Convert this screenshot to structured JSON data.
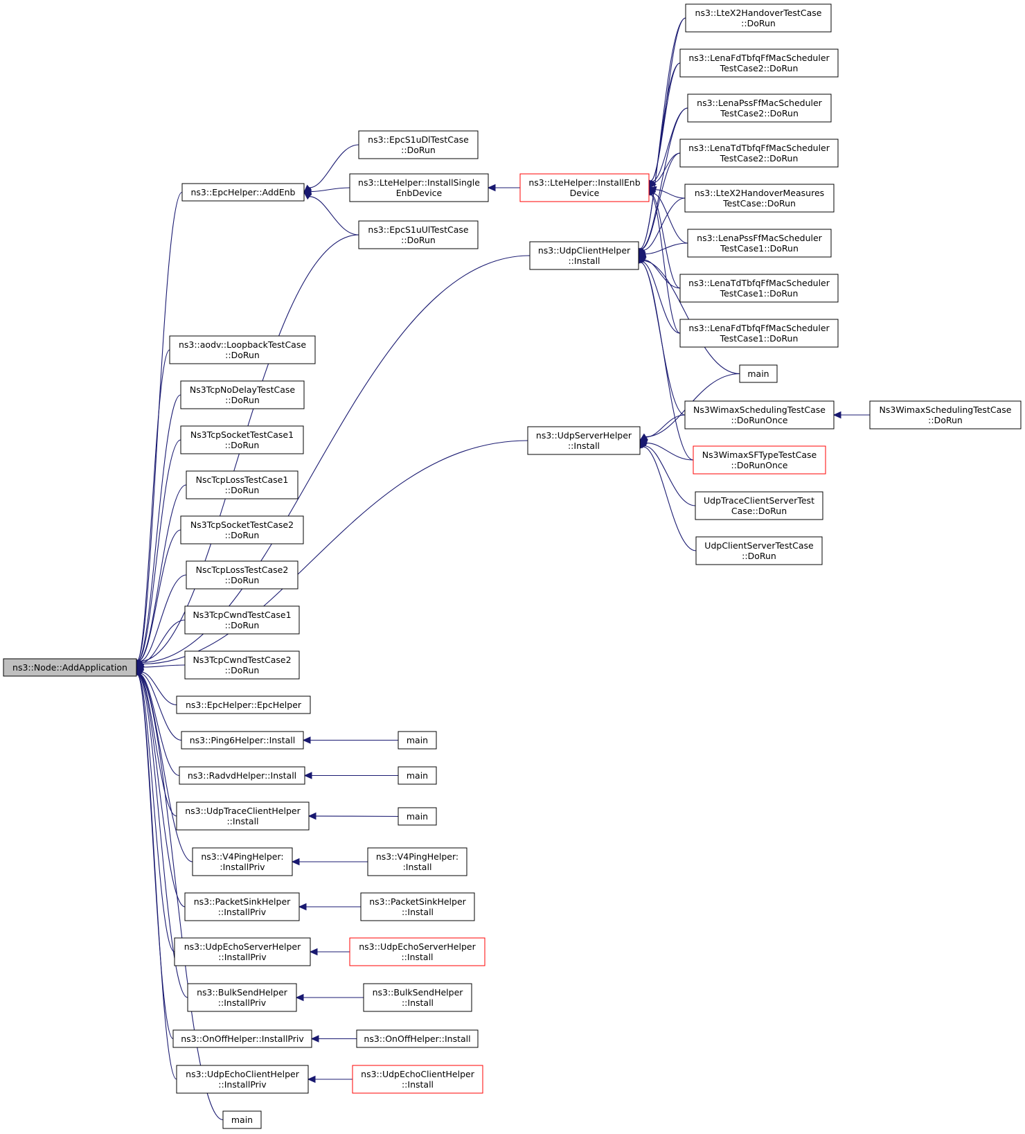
{
  "colors": {
    "edge": "#191970",
    "node_border": "#000000",
    "node_border_truncated": "#ff0000",
    "root_fill": "#bfbfbf",
    "node_fill": "#ffffff"
  },
  "nodes": [
    {
      "id": "root",
      "lines": [
        "ns3::Node::AddApplication"
      ],
      "style": "root"
    },
    {
      "id": "addenb",
      "lines": [
        "ns3::EpcHelper::AddEnb"
      ],
      "style": "normal"
    },
    {
      "id": "s1udl",
      "lines": [
        "ns3::EpcS1uDlTestCase",
        "::DoRun"
      ],
      "style": "normal"
    },
    {
      "id": "installsingle",
      "lines": [
        "ns3::LteHelper::InstallSingle",
        "EnbDevice"
      ],
      "style": "normal"
    },
    {
      "id": "s1uul",
      "lines": [
        "ns3::EpcS1uUlTestCase",
        "::DoRun"
      ],
      "style": "normal"
    },
    {
      "id": "installenb",
      "lines": [
        "ns3::LteHelper::InstallEnb",
        "Device"
      ],
      "style": "truncated"
    },
    {
      "id": "udpclient",
      "lines": [
        "ns3::UdpClientHelper",
        "::Install"
      ],
      "style": "normal"
    },
    {
      "id": "udpserver",
      "lines": [
        "ns3::UdpServerHelper",
        "::Install"
      ],
      "style": "normal"
    },
    {
      "id": "x2ho",
      "lines": [
        "ns3::LteX2HandoverTestCase",
        "::DoRun"
      ],
      "style": "normal"
    },
    {
      "id": "fd2",
      "lines": [
        "ns3::LenaFdTbfqFfMacScheduler",
        "TestCase2::DoRun"
      ],
      "style": "normal"
    },
    {
      "id": "pss2",
      "lines": [
        "ns3::LenaPssFfMacScheduler",
        "TestCase2::DoRun"
      ],
      "style": "normal"
    },
    {
      "id": "td2",
      "lines": [
        "ns3::LenaTdTbfqFfMacScheduler",
        "TestCase2::DoRun"
      ],
      "style": "normal"
    },
    {
      "id": "x2meas",
      "lines": [
        "ns3::LteX2HandoverMeasures",
        "TestCase::DoRun"
      ],
      "style": "normal"
    },
    {
      "id": "pss1",
      "lines": [
        "ns3::LenaPssFfMacScheduler",
        "TestCase1::DoRun"
      ],
      "style": "normal"
    },
    {
      "id": "td1",
      "lines": [
        "ns3::LenaTdTbfqFfMacScheduler",
        "TestCase1::DoRun"
      ],
      "style": "normal"
    },
    {
      "id": "fd1",
      "lines": [
        "ns3::LenaFdTbfqFfMacScheduler",
        "TestCase1::DoRun"
      ],
      "style": "normal"
    },
    {
      "id": "mainr",
      "lines": [
        "main"
      ],
      "style": "normal"
    },
    {
      "id": "wimaxonce",
      "lines": [
        "Ns3WimaxSchedulingTestCase",
        "::DoRunOnce"
      ],
      "style": "normal"
    },
    {
      "id": "wimaxrun",
      "lines": [
        "Ns3WimaxSchedulingTestCase",
        "::DoRun"
      ],
      "style": "normal"
    },
    {
      "id": "wimaxsf",
      "lines": [
        "Ns3WimaxSFTypeTestCase",
        "::DoRunOnce"
      ],
      "style": "truncated"
    },
    {
      "id": "udptrace",
      "lines": [
        "UdpTraceClientServerTest",
        "Case::DoRun"
      ],
      "style": "normal"
    },
    {
      "id": "udpcs",
      "lines": [
        "UdpClientServerTestCase",
        "::DoRun"
      ],
      "style": "normal"
    },
    {
      "id": "aodv",
      "lines": [
        "ns3::aodv::LoopbackTestCase",
        "::DoRun"
      ],
      "style": "normal"
    },
    {
      "id": "tcpnodelay",
      "lines": [
        "Ns3TcpNoDelayTestCase",
        "::DoRun"
      ],
      "style": "normal"
    },
    {
      "id": "tcpsock1",
      "lines": [
        "Ns3TcpSocketTestCase1",
        "::DoRun"
      ],
      "style": "normal"
    },
    {
      "id": "nscloss1",
      "lines": [
        "NscTcpLossTestCase1",
        "::DoRun"
      ],
      "style": "normal"
    },
    {
      "id": "tcpsock2",
      "lines": [
        "Ns3TcpSocketTestCase2",
        "::DoRun"
      ],
      "style": "normal"
    },
    {
      "id": "nscloss2",
      "lines": [
        "NscTcpLossTestCase2",
        "::DoRun"
      ],
      "style": "normal"
    },
    {
      "id": "cwnd1",
      "lines": [
        "Ns3TcpCwndTestCase1",
        "::DoRun"
      ],
      "style": "normal"
    },
    {
      "id": "cwnd2",
      "lines": [
        "Ns3TcpCwndTestCase2",
        "::DoRun"
      ],
      "style": "normal"
    },
    {
      "id": "epchelper",
      "lines": [
        "ns3::EpcHelper::EpcHelper"
      ],
      "style": "normal"
    },
    {
      "id": "ping6",
      "lines": [
        "ns3::Ping6Helper::Install"
      ],
      "style": "normal"
    },
    {
      "id": "mainping6",
      "lines": [
        "main"
      ],
      "style": "normal"
    },
    {
      "id": "radvd",
      "lines": [
        "ns3::RadvdHelper::Install"
      ],
      "style": "normal"
    },
    {
      "id": "mainradvd",
      "lines": [
        "main"
      ],
      "style": "normal"
    },
    {
      "id": "udptracehelper",
      "lines": [
        "ns3::UdpTraceClientHelper",
        "::Install"
      ],
      "style": "normal"
    },
    {
      "id": "maintrace",
      "lines": [
        "main"
      ],
      "style": "normal"
    },
    {
      "id": "v4priv",
      "lines": [
        "ns3::V4PingHelper:",
        ":InstallPriv"
      ],
      "style": "normal"
    },
    {
      "id": "v4inst",
      "lines": [
        "ns3::V4PingHelper:",
        ":Install"
      ],
      "style": "normal"
    },
    {
      "id": "sinkpriv",
      "lines": [
        "ns3::PacketSinkHelper",
        "::InstallPriv"
      ],
      "style": "normal"
    },
    {
      "id": "sinkinst",
      "lines": [
        "ns3::PacketSinkHelper",
        "::Install"
      ],
      "style": "normal"
    },
    {
      "id": "echosrvpriv",
      "lines": [
        "ns3::UdpEchoServerHelper",
        "::InstallPriv"
      ],
      "style": "normal"
    },
    {
      "id": "echosrvinst",
      "lines": [
        "ns3::UdpEchoServerHelper",
        "::Install"
      ],
      "style": "truncated"
    },
    {
      "id": "bulkpriv",
      "lines": [
        "ns3::BulkSendHelper",
        "::InstallPriv"
      ],
      "style": "normal"
    },
    {
      "id": "bulkinst",
      "lines": [
        "ns3::BulkSendHelper",
        "::Install"
      ],
      "style": "normal"
    },
    {
      "id": "onoffpriv",
      "lines": [
        "ns3::OnOffHelper::InstallPriv"
      ],
      "style": "normal"
    },
    {
      "id": "onoffinst",
      "lines": [
        "ns3::OnOffHelper::Install"
      ],
      "style": "normal"
    },
    {
      "id": "echocltpriv",
      "lines": [
        "ns3::UdpEchoClientHelper",
        "::InstallPriv"
      ],
      "style": "normal"
    },
    {
      "id": "echocltinst",
      "lines": [
        "ns3::UdpEchoClientHelper",
        "::Install"
      ],
      "style": "truncated"
    },
    {
      "id": "mainbottom",
      "lines": [
        "main"
      ],
      "style": "normal"
    }
  ],
  "edges": [
    {
      "from": "addenb",
      "to": "root"
    },
    {
      "from": "s1uul",
      "to": "root"
    },
    {
      "from": "udpclient",
      "to": "root"
    },
    {
      "from": "udpserver",
      "to": "root"
    },
    {
      "from": "aodv",
      "to": "root"
    },
    {
      "from": "tcpnodelay",
      "to": "root"
    },
    {
      "from": "tcpsock1",
      "to": "root"
    },
    {
      "from": "nscloss1",
      "to": "root"
    },
    {
      "from": "tcpsock2",
      "to": "root"
    },
    {
      "from": "nscloss2",
      "to": "root"
    },
    {
      "from": "cwnd1",
      "to": "root"
    },
    {
      "from": "cwnd2",
      "to": "root"
    },
    {
      "from": "epchelper",
      "to": "root"
    },
    {
      "from": "ping6",
      "to": "root"
    },
    {
      "from": "radvd",
      "to": "root"
    },
    {
      "from": "udptracehelper",
      "to": "root"
    },
    {
      "from": "v4priv",
      "to": "root"
    },
    {
      "from": "sinkpriv",
      "to": "root"
    },
    {
      "from": "echosrvpriv",
      "to": "root"
    },
    {
      "from": "bulkpriv",
      "to": "root"
    },
    {
      "from": "onoffpriv",
      "to": "root"
    },
    {
      "from": "echocltpriv",
      "to": "root"
    },
    {
      "from": "mainbottom",
      "to": "root"
    },
    {
      "from": "s1udl",
      "to": "addenb"
    },
    {
      "from": "installsingle",
      "to": "addenb"
    },
    {
      "from": "s1uul",
      "to": "addenb"
    },
    {
      "from": "installenb",
      "to": "installsingle"
    },
    {
      "from": "x2ho",
      "to": "installenb"
    },
    {
      "from": "fd2",
      "to": "installenb"
    },
    {
      "from": "pss2",
      "to": "installenb"
    },
    {
      "from": "td2",
      "to": "installenb"
    },
    {
      "from": "x2meas",
      "to": "installenb"
    },
    {
      "from": "pss1",
      "to": "installenb"
    },
    {
      "from": "td1",
      "to": "installenb"
    },
    {
      "from": "fd1",
      "to": "installenb"
    },
    {
      "from": "x2ho",
      "to": "udpclient"
    },
    {
      "from": "fd2",
      "to": "udpclient"
    },
    {
      "from": "pss2",
      "to": "udpclient"
    },
    {
      "from": "td2",
      "to": "udpclient"
    },
    {
      "from": "x2meas",
      "to": "udpclient"
    },
    {
      "from": "pss1",
      "to": "udpclient"
    },
    {
      "from": "td1",
      "to": "udpclient"
    },
    {
      "from": "fd1",
      "to": "udpclient"
    },
    {
      "from": "mainr",
      "to": "udpclient"
    },
    {
      "from": "wimaxonce",
      "to": "udpclient"
    },
    {
      "from": "wimaxsf",
      "to": "udpclient"
    },
    {
      "from": "mainr",
      "to": "udpserver"
    },
    {
      "from": "wimaxonce",
      "to": "udpserver"
    },
    {
      "from": "wimaxsf",
      "to": "udpserver"
    },
    {
      "from": "udptrace",
      "to": "udpserver"
    },
    {
      "from": "udpcs",
      "to": "udpserver"
    },
    {
      "from": "wimaxrun",
      "to": "wimaxonce"
    },
    {
      "from": "mainping6",
      "to": "ping6"
    },
    {
      "from": "mainradvd",
      "to": "radvd"
    },
    {
      "from": "maintrace",
      "to": "udptracehelper"
    },
    {
      "from": "v4inst",
      "to": "v4priv"
    },
    {
      "from": "sinkinst",
      "to": "sinkpriv"
    },
    {
      "from": "echosrvinst",
      "to": "echosrvpriv"
    },
    {
      "from": "bulkinst",
      "to": "bulkpriv"
    },
    {
      "from": "onoffinst",
      "to": "onoffpriv"
    },
    {
      "from": "echocltinst",
      "to": "echocltpriv"
    }
  ]
}
